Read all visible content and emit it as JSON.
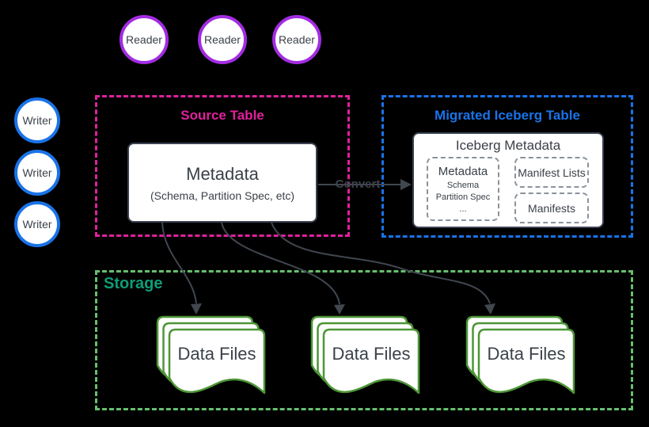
{
  "diagram": {
    "background": "#000000",
    "readers": {
      "labels": [
        "Reader",
        "Reader",
        "Reader"
      ],
      "accent": "#a32ce2"
    },
    "writers": {
      "labels": [
        "Writer",
        "Writer",
        "Writer"
      ],
      "accent": "#1a73e8"
    },
    "source_table": {
      "title": "Source Table",
      "accent": "#e0219c",
      "metadata_box": {
        "title": "Metadata",
        "subtitle": "(Schema, Partition Spec, etc)"
      }
    },
    "convert_arrow": {
      "label": "Convert",
      "color": "#40474f"
    },
    "migrated_table": {
      "title": "Migrated Iceberg Table",
      "accent": "#1a73e8",
      "iceberg_metadata": {
        "title": "Iceberg Metadata",
        "metadata_group": {
          "title": "Metadata",
          "items": [
            "Schema",
            "Partition Spec",
            "..."
          ]
        },
        "manifest_lists_label": "Manifest Lists",
        "manifests_label": "Manifests"
      }
    },
    "storage": {
      "title": "Storage",
      "accent": "#66bf6e",
      "title_color": "#0e9d76",
      "document_color": "#4d9636",
      "stacks": [
        {
          "label": "Data Files"
        },
        {
          "label": "Data Files"
        },
        {
          "label": "Data Files"
        }
      ]
    }
  }
}
